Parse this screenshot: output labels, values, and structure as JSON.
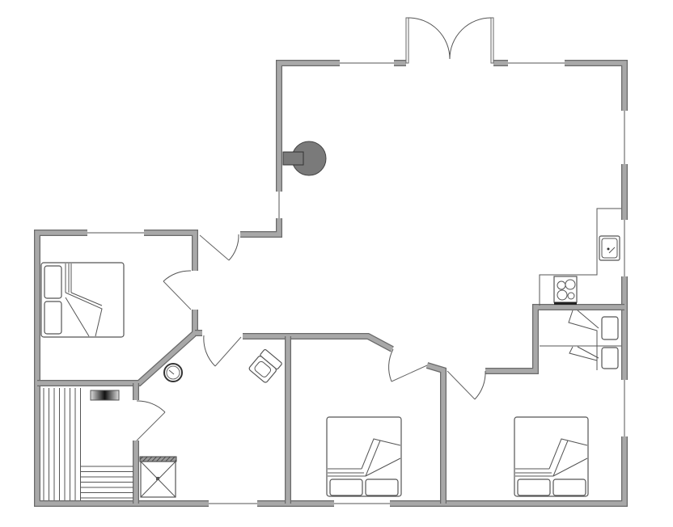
{
  "plan": {
    "colors": {
      "wall_fill": "#a8a8a8",
      "wall_edge": "#6a6a6a",
      "line": "#555555",
      "stove": "#7a7a7a",
      "background": "#ffffff"
    },
    "rooms": [
      "living-kitchen",
      "bedroom-1",
      "sauna",
      "bathroom",
      "bedroom-2",
      "bedroom-3",
      "bunk-room"
    ]
  }
}
